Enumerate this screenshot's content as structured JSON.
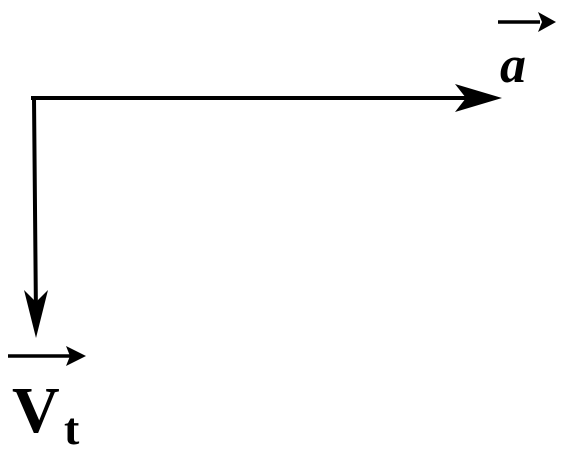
{
  "diagram": {
    "colors": {
      "ink": "#000000",
      "background": "#ffffff"
    },
    "vector_a": {
      "symbol": "a"
    },
    "vector_v": {
      "symbol": "V",
      "subscript": "t"
    }
  }
}
